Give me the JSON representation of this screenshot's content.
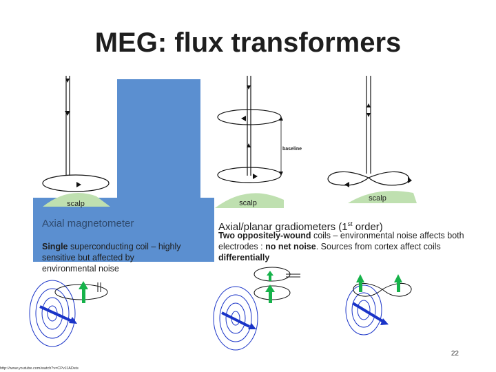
{
  "slide": {
    "title": "MEG: flux transformers",
    "slide_number": "22",
    "source_url": "http://www.youtube.com/watch?v=CPvJJADeis"
  },
  "diagrams": {
    "baseline_label": "baseline",
    "scalp_labels": [
      "scalp",
      "scalp",
      "scalp"
    ]
  },
  "left_caption": {
    "title": "Axial magnetometer",
    "body_bold": "Single",
    "body_rest": " superconducting coil – highly sensitive but affected by environmental noise"
  },
  "right_caption": {
    "title_pre": "Axial/planar gradiometers (1",
    "title_sup": "st",
    "title_post": " order)",
    "body_part1_bold": "Two oppositely-wound",
    "body_part2": " coils – environmental noise affects both electrodes : ",
    "body_part3_bold": "no net noise",
    "body_part4": ". Sources from cortex affect coils ",
    "body_part5_bold": "differentially"
  },
  "colors": {
    "panel_blue": "#5b8fd0",
    "scalp_green": "#bfe0b0",
    "arrow_green": "#16b24a",
    "dipole_blue": "#1a34c8"
  }
}
